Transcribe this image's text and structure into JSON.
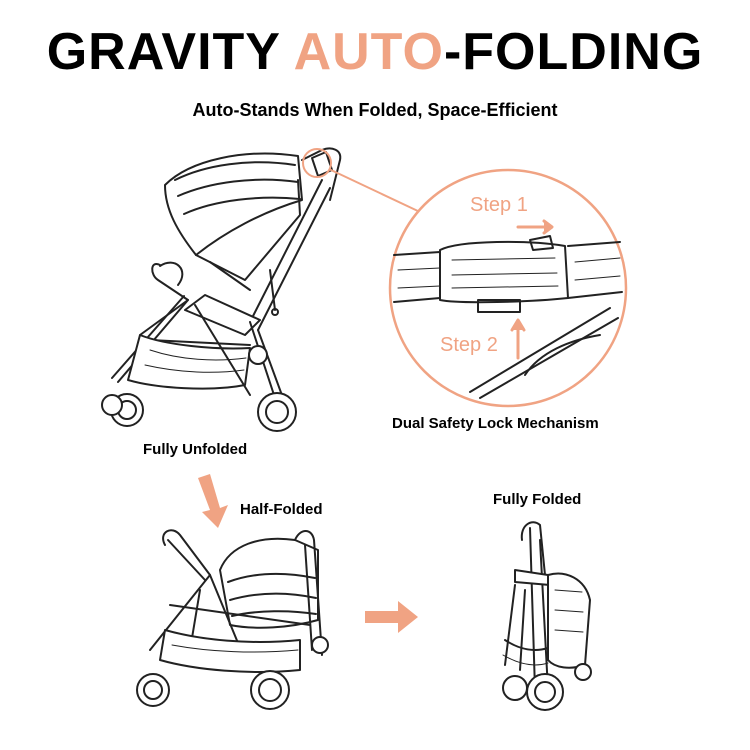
{
  "header": {
    "title_part1": "GRAVITY ",
    "title_accent": "AUTO",
    "title_part2": "-FOLDING",
    "subtitle": "Auto-Stands When Folded, Space-Efficient"
  },
  "labels": {
    "fully_unfolded": "Fully Unfolded",
    "half_folded": "Half-Folded",
    "fully_folded": "Fully Folded",
    "lock_mechanism": "Dual Safety Lock Mechanism"
  },
  "steps": {
    "step1": "Step 1",
    "step2": "Step 2"
  },
  "colors": {
    "accent": "#f0a383",
    "line": "#222222"
  },
  "icons": [
    "unfolded-stroller-illustration",
    "half-folded-stroller-illustration",
    "folded-stroller-illustration",
    "lock-zoom-circle",
    "down-arrow-icon",
    "right-arrow-icon"
  ]
}
